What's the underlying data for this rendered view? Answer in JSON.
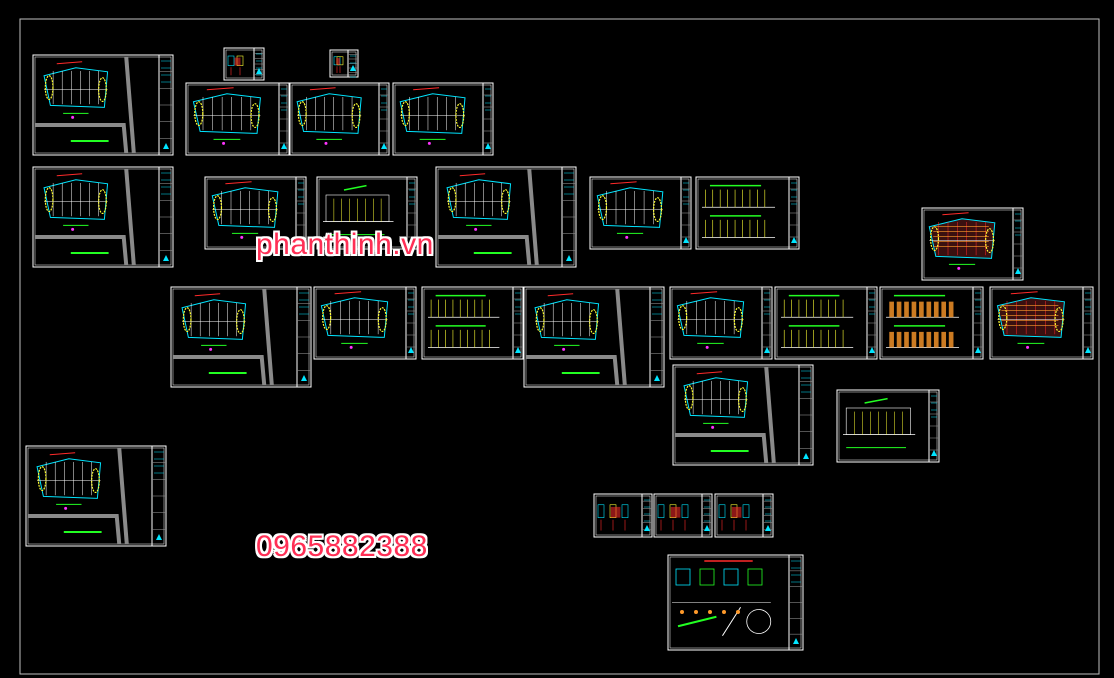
{
  "watermarks": {
    "site": "phanthinh.vn",
    "phone": "0965882388"
  },
  "colors": {
    "background": "#000000",
    "sheet_border": "#ffffff",
    "cyan": "#00e5ff",
    "yellow": "#ffff33",
    "red": "#ff2a2a",
    "green": "#22ff22",
    "magenta": "#ff33ff",
    "grey": "#8a8a8a",
    "orange": "#ff9a2a",
    "watermark_red": "#ff2f55",
    "watermark_outline": "#ffffff"
  },
  "drawing_sheets": [
    {
      "id": "sheet-site-plan-1",
      "kind": "site"
    },
    {
      "id": "sheet-detail-small-1",
      "kind": "detail"
    },
    {
      "id": "sheet-detail-small-2",
      "kind": "detail"
    },
    {
      "id": "sheet-floor-plan-1",
      "kind": "floor"
    },
    {
      "id": "sheet-floor-plan-2",
      "kind": "floor"
    },
    {
      "id": "sheet-floor-plan-3",
      "kind": "floor"
    },
    {
      "id": "sheet-site-plan-2",
      "kind": "site"
    },
    {
      "id": "sheet-floor-plan-4",
      "kind": "floor"
    },
    {
      "id": "sheet-elevation-1",
      "kind": "elevation"
    },
    {
      "id": "sheet-site-plan-3",
      "kind": "site"
    },
    {
      "id": "sheet-floor-plan-5",
      "kind": "floor"
    },
    {
      "id": "sheet-section-1",
      "kind": "section"
    },
    {
      "id": "sheet-plan-colored-1",
      "kind": "colored"
    },
    {
      "id": "sheet-site-plan-4",
      "kind": "site"
    },
    {
      "id": "sheet-floor-plan-6",
      "kind": "floor"
    },
    {
      "id": "sheet-section-2",
      "kind": "section"
    },
    {
      "id": "sheet-site-plan-5",
      "kind": "site"
    },
    {
      "id": "sheet-floor-plan-7",
      "kind": "floor"
    },
    {
      "id": "sheet-section-3",
      "kind": "section"
    },
    {
      "id": "sheet-section-colored-1",
      "kind": "sectioncolor"
    },
    {
      "id": "sheet-plan-colored-2",
      "kind": "colored"
    },
    {
      "id": "sheet-site-plan-6",
      "kind": "site"
    },
    {
      "id": "sheet-elevation-2",
      "kind": "elevation"
    },
    {
      "id": "sheet-site-plan-7",
      "kind": "site"
    },
    {
      "id": "sheet-detail-strip-1",
      "kind": "detail"
    },
    {
      "id": "sheet-detail-strip-2",
      "kind": "detail"
    },
    {
      "id": "sheet-detail-strip-3",
      "kind": "detail"
    },
    {
      "id": "sheet-details-large",
      "kind": "details"
    }
  ]
}
